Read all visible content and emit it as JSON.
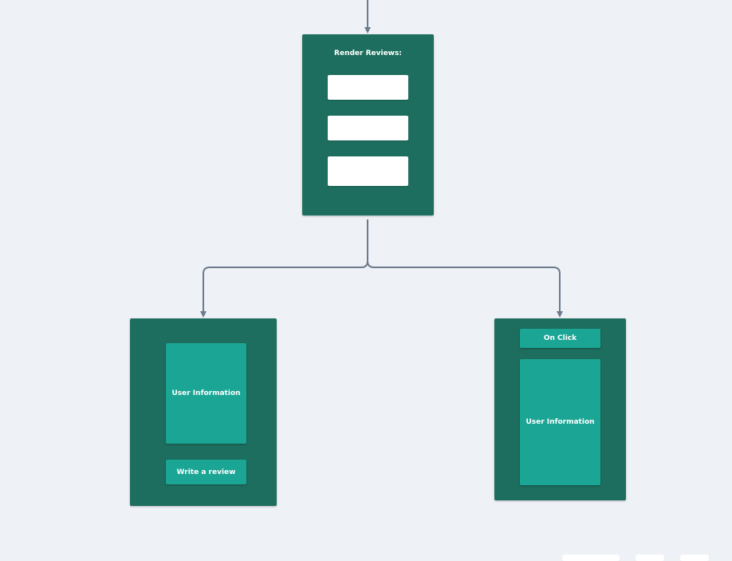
{
  "colors": {
    "background": "#eef1f6",
    "panel": "#1d6e5e",
    "card": "#1aa595",
    "slot": "#ffffff",
    "connector": "#6b7a8c",
    "text": "#ffffff"
  },
  "render_panel": {
    "title": "Render Reviews:",
    "slot_count": 3
  },
  "left_panel": {
    "user_info_label": "User Information",
    "write_review_label": "Write a review"
  },
  "right_panel": {
    "on_click_label": "On Click",
    "user_info_label": "User Information"
  }
}
